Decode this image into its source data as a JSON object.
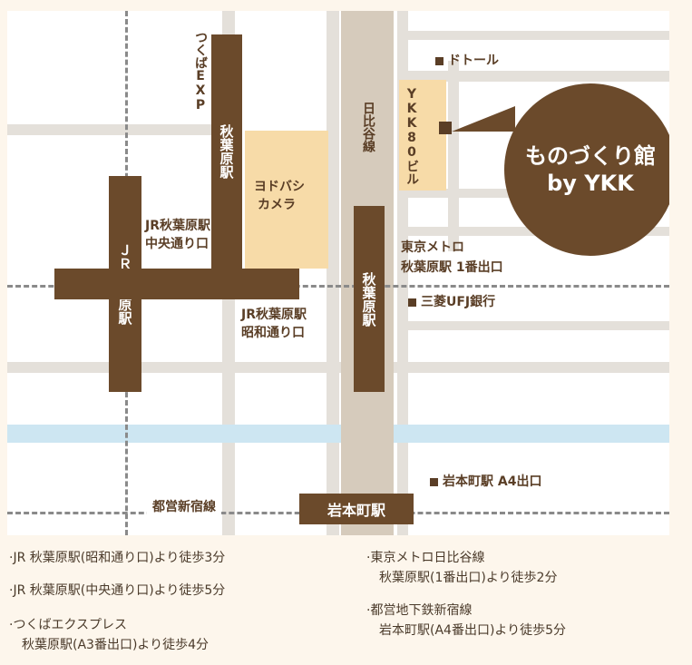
{
  "map": {
    "lines": {
      "tsukuba_exp": "つくばEXP",
      "hibiya": "日比谷線",
      "toei_shinjuku": "都営新宿線"
    },
    "stations": {
      "akihabara_tx": "秋葉原駅",
      "jr_akihabara": "ＪＲ秋葉原駅",
      "akihabara_hibiya": "秋葉原駅",
      "iwamotocho": "岩本町駅"
    },
    "exits": {
      "jr_central_1": "JR秋葉原駅",
      "jr_central_2": "中央通り口",
      "jr_showa_1": "JR秋葉原駅",
      "jr_showa_2": "昭和通り口",
      "metro_1": "東京メトロ",
      "metro_2": "秋葉原駅 1番出口",
      "iwamotocho_a4": "岩本町駅 A4出口"
    },
    "landmarks": {
      "yodobashi_1": "ヨドバシ",
      "yodobashi_2": "カメラ",
      "doutor": "ドトール",
      "ykk80": "YKK80ビル",
      "mufg": "三菱UFJ銀行"
    },
    "destination": {
      "name": "ものづくり館",
      "sub": "by YKK"
    }
  },
  "access": [
    "·JR 秋葉原駅(昭和通り口)より徒歩3分",
    "·JR 秋葉原駅(中央通り口)より徒歩5分",
    "·つくばエクスプレス",
    "　秋葉原駅(A3番出口)より徒歩4分",
    "·東京メトロ日比谷線",
    "　秋葉原駅(1番出口)より徒歩2分",
    "·都営地下鉄新宿線",
    "　岩本町駅(A4番出口)より徒歩5分"
  ],
  "colors": {
    "station": "#6b4a2b",
    "building": "#f7dba8",
    "road": "#e4e0da",
    "river": "#cde6f2"
  }
}
